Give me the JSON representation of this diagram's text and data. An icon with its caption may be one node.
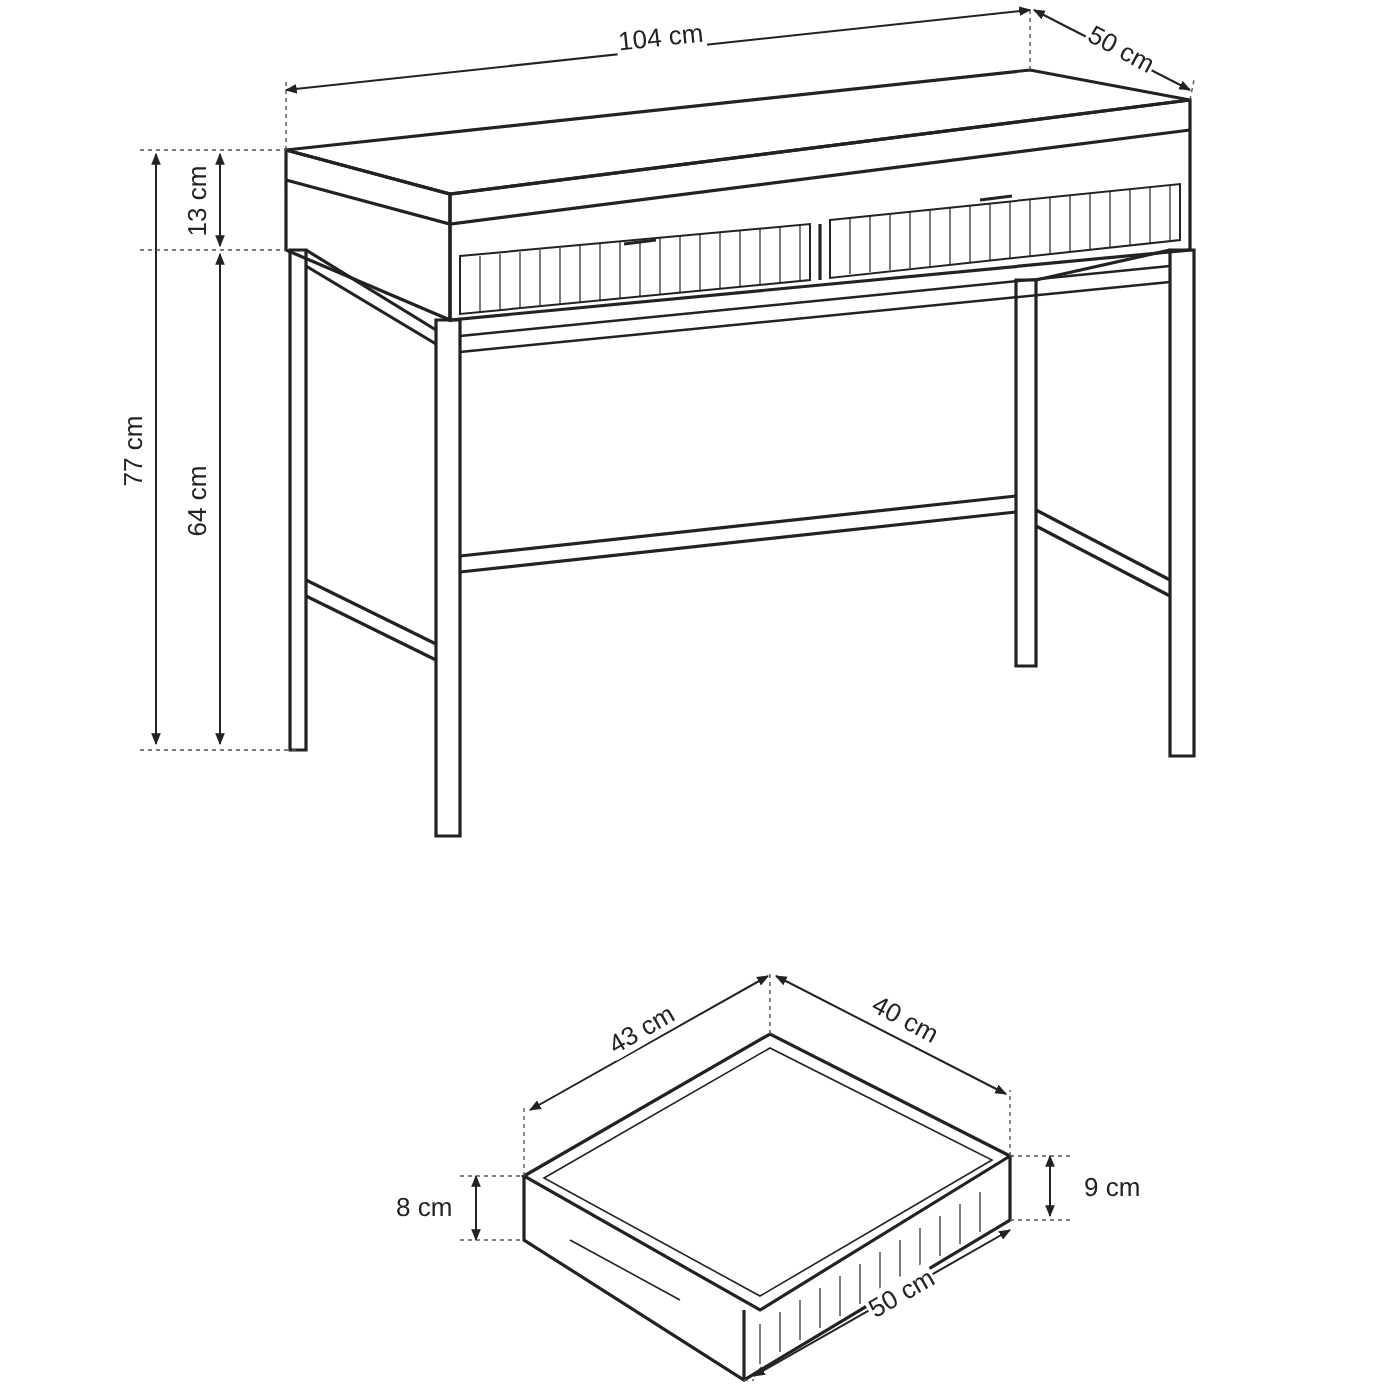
{
  "diagram": {
    "labels": [
      "104 cm",
      "50 cm",
      "13 cm",
      "77 cm",
      "64 cm",
      "43 cm",
      "40 cm",
      "8 cm",
      "9 cm",
      "50 cm"
    ]
  }
}
